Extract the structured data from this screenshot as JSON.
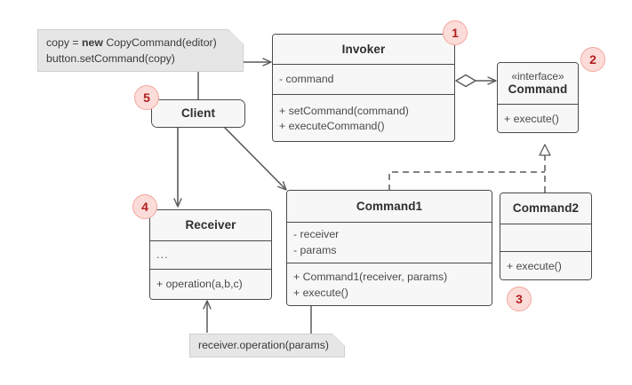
{
  "diagram": {
    "title": "Command pattern UML class diagram",
    "colors": {
      "box_fill": "#f7f7f7",
      "box_border": "#4a4a4a",
      "note_fill": "#e6e6e6",
      "note_border": "#cfcfcf",
      "edge": "#5a5a5a",
      "badge_fill": "#fbdcd8",
      "badge_border": "#f2a79e",
      "badge_text": "#b02020"
    }
  },
  "classes": {
    "invoker": {
      "name": "Invoker",
      "fields": [
        "- command"
      ],
      "methods": [
        "+ setCommand(command)",
        "+ executeCommand()"
      ]
    },
    "command": {
      "stereotype": "«interface»",
      "name": "Command",
      "methods": [
        "+ execute()"
      ]
    },
    "client": {
      "name": "Client"
    },
    "receiver": {
      "name": "Receiver",
      "fields": [
        "..."
      ],
      "methods": [
        "+ operation(a,b,c)"
      ]
    },
    "command1": {
      "name": "Command1",
      "fields": [
        "- receiver",
        "- params"
      ],
      "methods": [
        "+ Command1(receiver, params)",
        "+ execute()"
      ]
    },
    "command2": {
      "name": "Command2",
      "fields": [
        ""
      ],
      "methods": [
        "+ execute()"
      ]
    }
  },
  "notes": {
    "client_code": {
      "line1_pre": "copy = ",
      "line1_kw": "new",
      "line1_post": " CopyCommand(editor)",
      "line2": "button.setCommand(copy)"
    },
    "receiver_call": {
      "text": "receiver.operation(params)"
    }
  },
  "badges": [
    {
      "id": "badge-1",
      "label": "1"
    },
    {
      "id": "badge-2",
      "label": "2"
    },
    {
      "id": "badge-3",
      "label": "3"
    },
    {
      "id": "badge-4",
      "label": "4"
    },
    {
      "id": "badge-5",
      "label": "5"
    }
  ],
  "relations": [
    {
      "name": "note-to-invoker",
      "kind": "anchor-arrow",
      "from": "client_code_note",
      "to": "invoker"
    },
    {
      "name": "note-to-client",
      "kind": "anchor-line",
      "from": "client_code_note",
      "to": "client"
    },
    {
      "name": "invoker-aggregates-command",
      "kind": "aggregation",
      "from": "invoker",
      "to": "command"
    },
    {
      "name": "client-creates-receiver",
      "kind": "dependency-arrow",
      "from": "client",
      "to": "receiver"
    },
    {
      "name": "client-creates-command1",
      "kind": "dependency-arrow",
      "from": "client",
      "to": "command1"
    },
    {
      "name": "command1-implements-command",
      "kind": "realization",
      "from": "command1",
      "to": "command"
    },
    {
      "name": "command2-implements-command",
      "kind": "realization",
      "from": "command2",
      "to": "command"
    },
    {
      "name": "note-to-receiver",
      "kind": "anchor-arrow",
      "from": "receiver_call_note",
      "to": "receiver"
    },
    {
      "name": "command1-to-note",
      "kind": "anchor-line",
      "from": "command1",
      "to": "receiver_call_note"
    }
  ]
}
